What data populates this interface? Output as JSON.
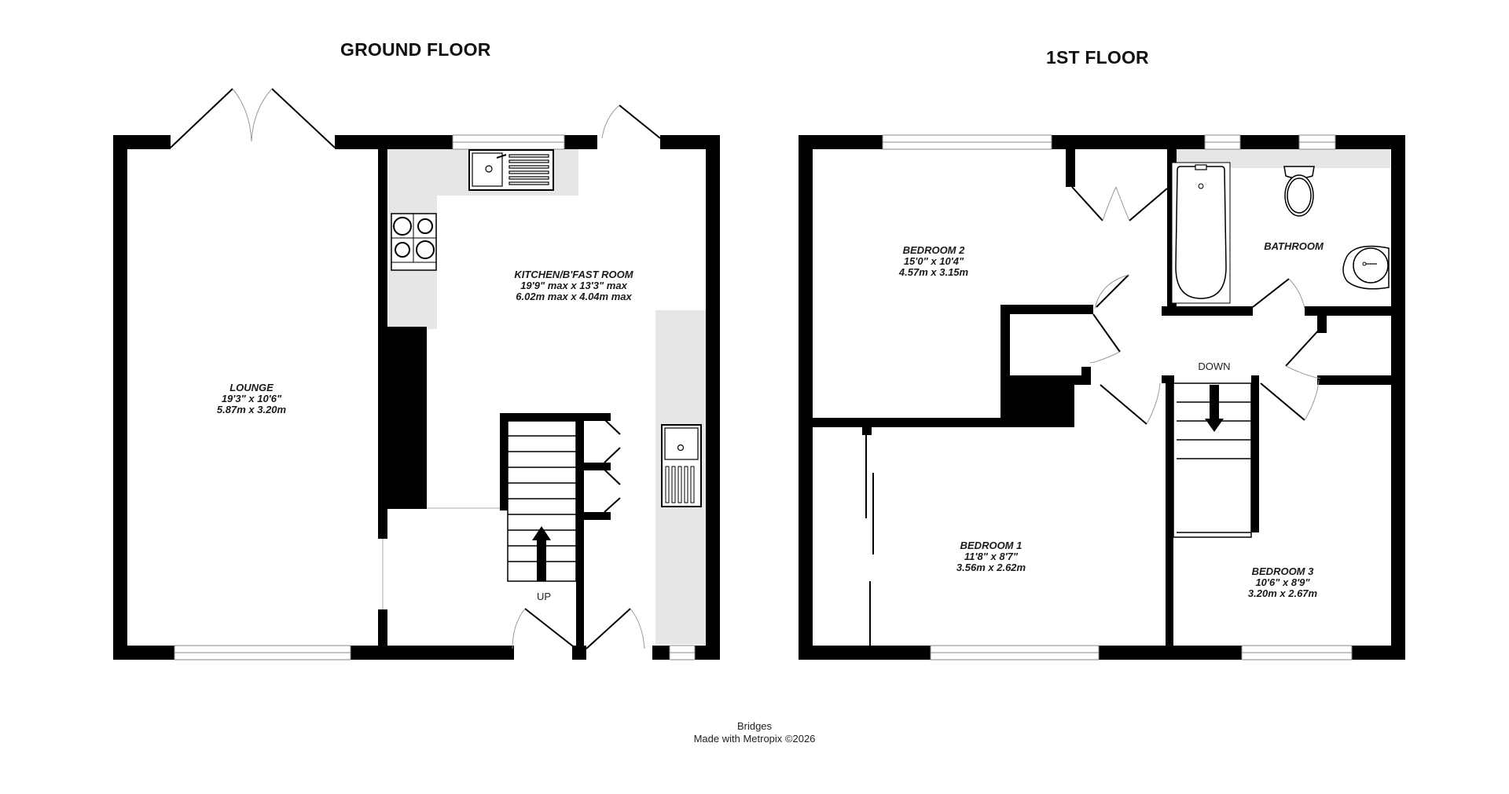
{
  "ground_floor": {
    "title": "GROUND FLOOR",
    "rooms": [
      {
        "name": "LOUNGE",
        "imperial": "19'3\"  x 10'6\"",
        "metric": "5.87m  x 3.20m"
      },
      {
        "name": "KITCHEN/B'FAST ROOM",
        "imperial": "19'9\" max x 13'3\" max",
        "metric": "6.02m max x 4.04m max"
      }
    ],
    "stairs_label": "UP"
  },
  "first_floor": {
    "title": "1ST FLOOR",
    "rooms": [
      {
        "name": "BEDROOM 2",
        "imperial": "15'0\"  x 10'4\"",
        "metric": "4.57m  x 3.15m"
      },
      {
        "name": "BATHROOM"
      },
      {
        "name": "BEDROOM 1",
        "imperial": "11'8\"  x 8'7\"",
        "metric": "3.56m  x 2.62m"
      },
      {
        "name": "BEDROOM 3",
        "imperial": "10'6\"  x 8'9\"",
        "metric": "3.20m  x 2.67m"
      }
    ],
    "stairs_label": "DOWN"
  },
  "footer": {
    "line1": "Bridges",
    "line2": "Made with Metropix ©2026"
  },
  "colors": {
    "wall": "#000000",
    "worktop": "#e6e6e6",
    "background": "#ffffff"
  }
}
